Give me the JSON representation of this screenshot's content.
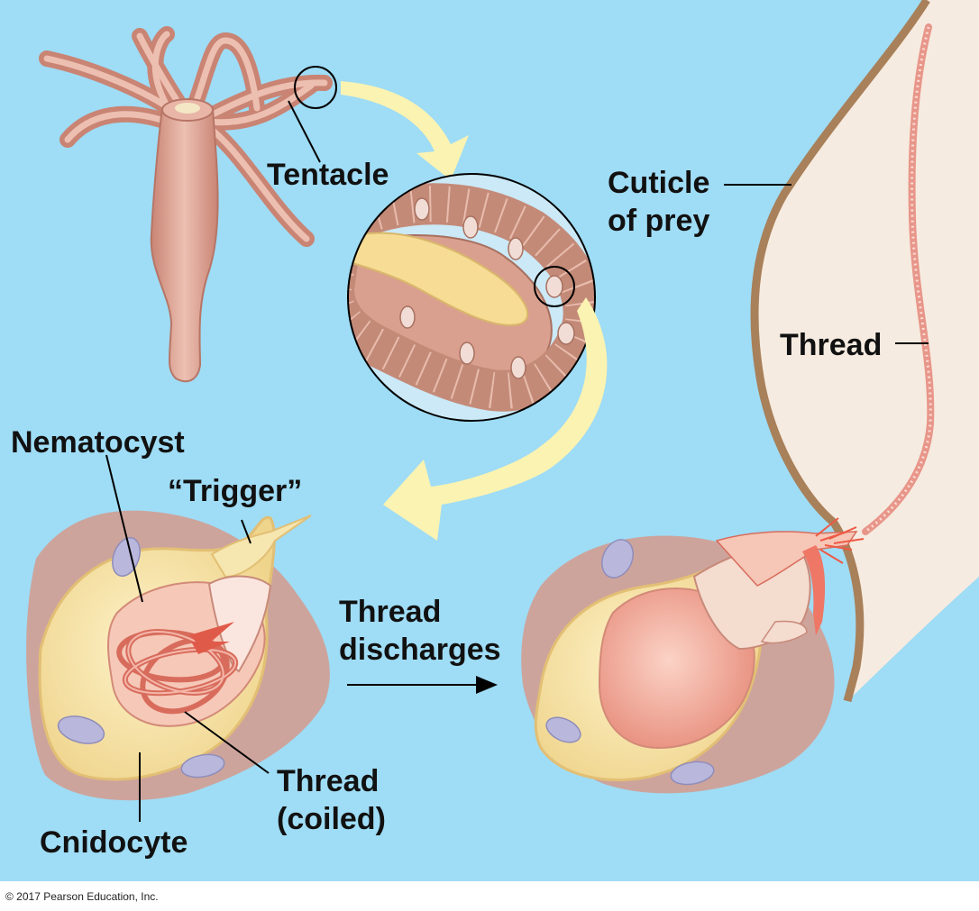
{
  "labels": {
    "tentacle": "Tentacle",
    "cuticle_line1": "Cuticle",
    "cuticle_line2": "of prey",
    "thread_right": "Thread",
    "nematocyst": "Nematocyst",
    "trigger": "“Trigger”",
    "discharge_line1": "Thread",
    "discharge_line2": "discharges",
    "thread_coiled_line1": "Thread",
    "thread_coiled_line2": "(coiled)",
    "cnidocyte": "Cnidocyte"
  },
  "copyright": "© 2017 Pearson Education, Inc.",
  "colors": {
    "background": "#9fdcf5",
    "body": "#d9998a",
    "cuticle": "#a8805a",
    "prey": "#f6ebe0",
    "arrow": "#fbf3b2",
    "cell": "#f5e4a8",
    "capsule": "#f4b5a4",
    "nucleus": "#b9b7dc",
    "thread": "#e37a6e"
  }
}
